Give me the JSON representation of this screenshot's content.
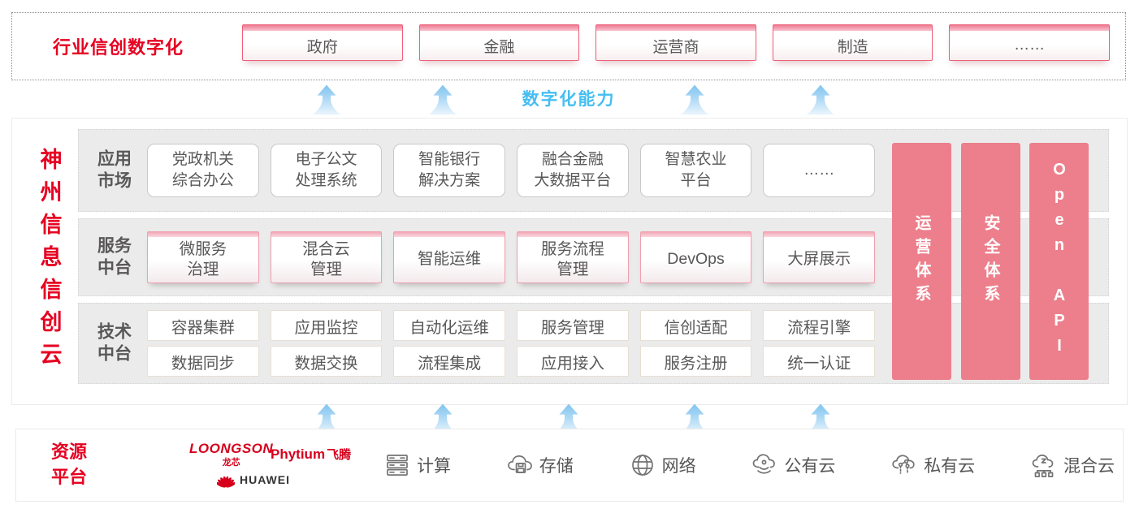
{
  "colors": {
    "brand_red": "#e60021",
    "pillar_pink": "#ec7f8b",
    "capability_blue": "#45bef2",
    "layer_gray": "#ebebeb"
  },
  "top": {
    "label": "行业信创数字化",
    "boxes": [
      "政府",
      "金融",
      "运营商",
      "制造",
      "……"
    ]
  },
  "capability": {
    "label": "数字化能力"
  },
  "platform": {
    "title": "神州信息信创云",
    "rows": [
      {
        "label": "应用\n市场",
        "items": [
          "党政机关\n综合办公",
          "电子公文\n处理系统",
          "智能银行\n解决方案",
          "融合金融\n大数据平台",
          "智慧农业\n平台",
          "……"
        ]
      },
      {
        "label": "服务\n中台",
        "items": [
          "微服务\n治理",
          "混合云\n管理",
          "智能运维",
          "服务流程\n管理",
          "DevOps",
          "大屏展示"
        ]
      },
      {
        "label": "技术\n中台",
        "items_row1": [
          "容器集群",
          "应用监控",
          "自动化运维",
          "服务管理",
          "信创适配",
          "流程引擎"
        ],
        "items_row2": [
          "数据同步",
          "数据交换",
          "流程集成",
          "应用接入",
          "服务注册",
          "统一认证"
        ]
      }
    ],
    "pillars": [
      "运营体系",
      "安全体系",
      "Open API"
    ]
  },
  "resources": {
    "label": "资源\n平台",
    "vendors": [
      {
        "name": "LOONGSON",
        "sub": "龙芯"
      },
      {
        "name": "Phytium",
        "sub": "飞腾"
      },
      {
        "name": "HUAWEI"
      }
    ],
    "items": [
      {
        "label": "计算",
        "icon": "compute-server-icon"
      },
      {
        "label": "存储",
        "icon": "storage-cloud-icon"
      },
      {
        "label": "网络",
        "icon": "network-globe-icon"
      },
      {
        "label": "公有云",
        "icon": "public-cloud-icon"
      },
      {
        "label": "私有云",
        "icon": "private-cloud-icon"
      },
      {
        "label": "混合云",
        "icon": "hybrid-cloud-icon"
      }
    ]
  }
}
